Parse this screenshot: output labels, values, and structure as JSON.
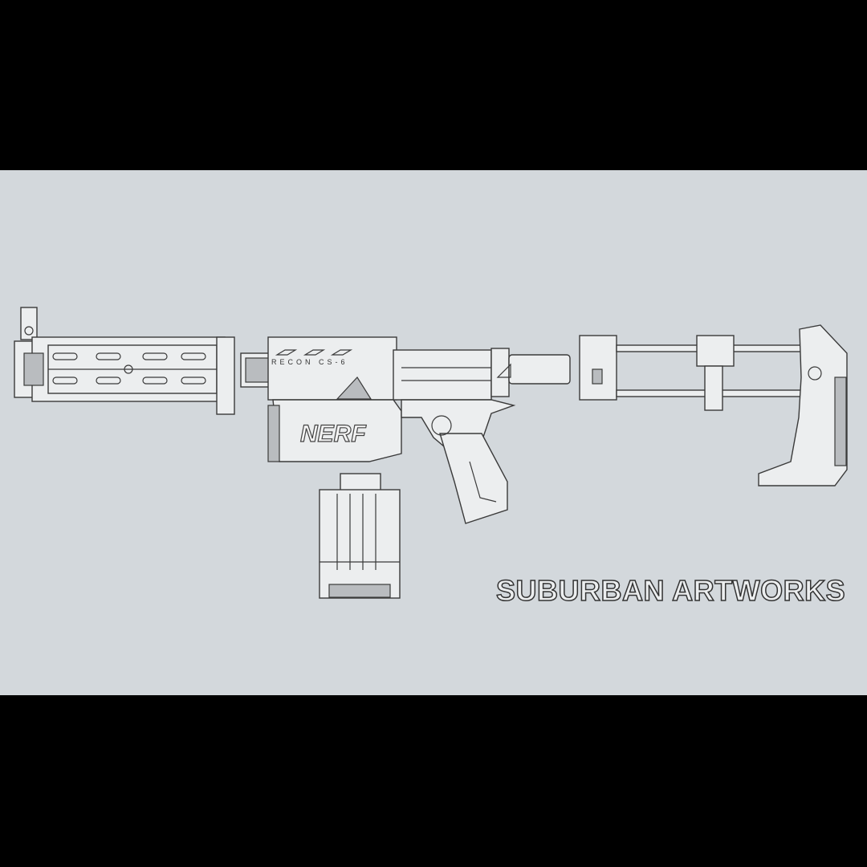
{
  "artwork": {
    "model_label": "RECON CS-6",
    "brand_logo": "NERF",
    "watermark": "SUBURBAN ARTWORKS"
  },
  "colors": {
    "background": "#d3d8dc",
    "letterbox": "#000000",
    "part_fill": "#eceeef",
    "outline": "#3a3a3a"
  }
}
